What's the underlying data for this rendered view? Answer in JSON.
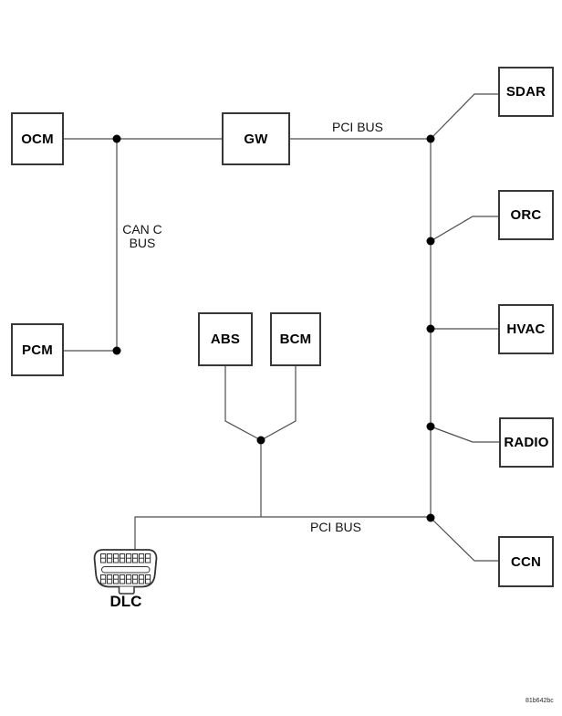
{
  "modules": {
    "ocm": {
      "label": "OCM"
    },
    "gw": {
      "label": "GW"
    },
    "pcm": {
      "label": "PCM"
    },
    "abs": {
      "label": "ABS"
    },
    "bcm": {
      "label": "BCM"
    },
    "sdar": {
      "label": "SDAR"
    },
    "orc": {
      "label": "ORC"
    },
    "hvac": {
      "label": "HVAC"
    },
    "radio": {
      "label": "RADIO"
    },
    "ccn": {
      "label": "CCN"
    },
    "dlc": {
      "label": "DLC"
    }
  },
  "bus_labels": {
    "pci_top": "PCI BUS",
    "pci_bottom": "PCI BUS",
    "can_c_line1": "CAN C",
    "can_c_line2": "BUS"
  },
  "footnote": "81b642bc",
  "colors": {
    "background": "#ffffff",
    "wire": "#4d4d4d",
    "box_border": "#383838",
    "junction_dot": "#000000",
    "text": "#000000"
  }
}
